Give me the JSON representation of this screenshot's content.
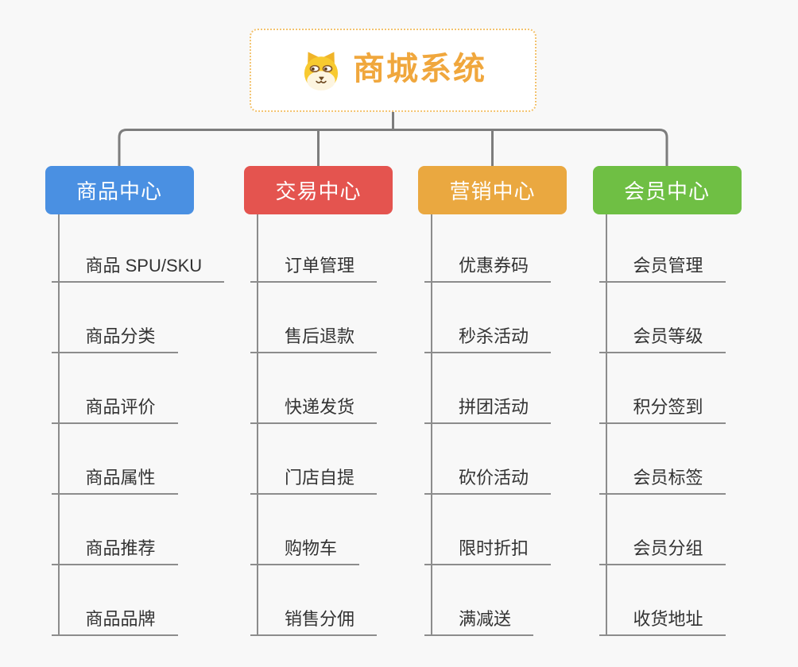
{
  "root": {
    "title": "商城系统",
    "icon": "dog-face-icon",
    "title_color": "#f0a73d",
    "border_color": "#f3c36f"
  },
  "branches": [
    {
      "label": "商品中心",
      "color": "#4a90e2",
      "items": [
        "商品 SPU/SKU",
        "商品分类",
        "商品评价",
        "商品属性",
        "商品推荐",
        "商品品牌"
      ]
    },
    {
      "label": "交易中心",
      "color": "#e4544f",
      "items": [
        "订单管理",
        "售后退款",
        "快递发货",
        "门店自提",
        "购物车",
        "销售分佣"
      ]
    },
    {
      "label": "营销中心",
      "color": "#eaa840",
      "items": [
        "优惠券码",
        "秒杀活动",
        "拼团活动",
        "砍价活动",
        "限时折扣",
        "满减送"
      ]
    },
    {
      "label": "会员中心",
      "color": "#6fbf44",
      "items": [
        "会员管理",
        "会员等级",
        "积分签到",
        "会员标签",
        "会员分组",
        "收货地址"
      ]
    }
  ],
  "colors": {
    "background": "#f8f8f8",
    "connector": "#7d7d7d",
    "leaf_line": "#8c8c8c",
    "leaf_text": "#333333"
  }
}
